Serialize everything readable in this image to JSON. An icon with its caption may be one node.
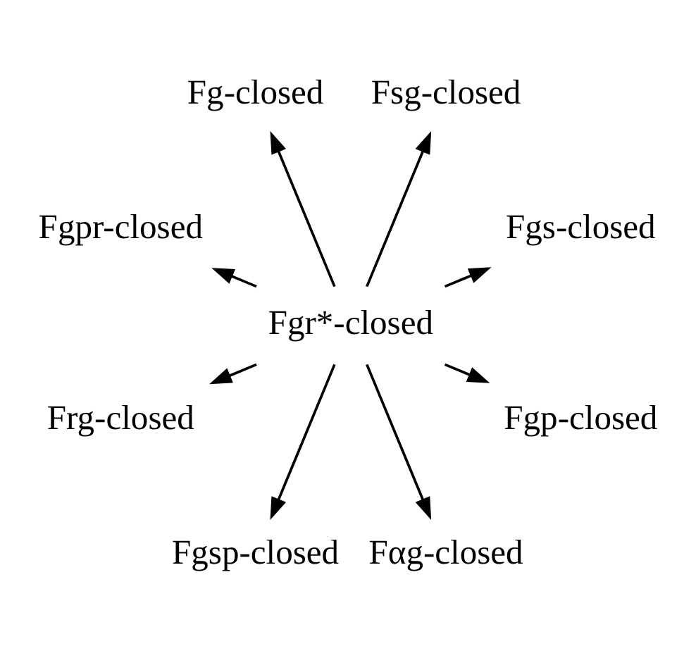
{
  "diagram": {
    "nodes": [
      {
        "text": [
          "Fgs-closed"
        ]
      },
      {
        "text": [
          "Fsg-closed"
        ]
      },
      {
        "text": [
          "Fg-closed"
        ]
      },
      {
        "text": [
          "Fgpr-closed"
        ]
      },
      {
        "text": [
          "Fgr*-closed"
        ]
      },
      {
        "text": [
          "Frg-closed"
        ]
      },
      {
        "text": [
          "Fgsp-closed"
        ]
      },
      {
        "text": [
          "Fαg-closed"
        ]
      },
      {
        "text": [
          "Fgp-closed"
        ]
      }
    ],
    "edges": [
      {
        "from": 4,
        "to": 0,
        "arrow": "to"
      },
      {
        "from": 4,
        "to": 1,
        "arrow": "to"
      },
      {
        "from": 4,
        "to": 3,
        "arrow": "to"
      },
      {
        "from": 4,
        "to": 6,
        "arrow": "to"
      },
      {
        "from": 4,
        "to": 8,
        "arrow": "to"
      },
      {
        "from": 4,
        "to": 7,
        "arrow": "to"
      },
      {
        "from": 4,
        "to": 5,
        "arrow": "to"
      },
      {
        "from": 4,
        "to": 2,
        "arrow": "to"
      }
    ]
  }
}
